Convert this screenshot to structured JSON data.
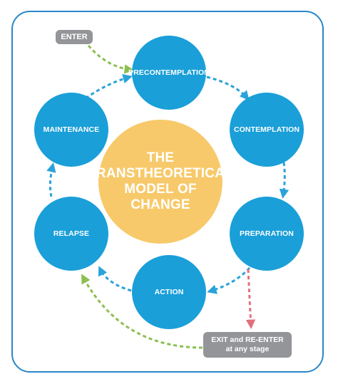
{
  "center": {
    "line1": "THE",
    "line2": "TRANSTHEORETICAL",
    "line3": "MODEL OF CHANGE"
  },
  "stages": {
    "precontemplation": "PRECONTEMPLATION",
    "contemplation": "CONTEMPLATION",
    "preparation": "PREPARATION",
    "action": "ACTION",
    "relapse": "RELAPSE",
    "maintenance": "MAINTENANCE"
  },
  "enter": {
    "label": "ENTER"
  },
  "exit": {
    "line1": "EXIT and RE-ENTER",
    "line2": "at any stage"
  },
  "colors": {
    "stage": "#1a9fd8",
    "center": "#f7c96a",
    "frame": "#2a86c8",
    "cycle_arrow": "#2aa3d9",
    "green_arrow": "#8cbf4f",
    "exit_arrow": "#e0707d",
    "badge": "#939598"
  }
}
